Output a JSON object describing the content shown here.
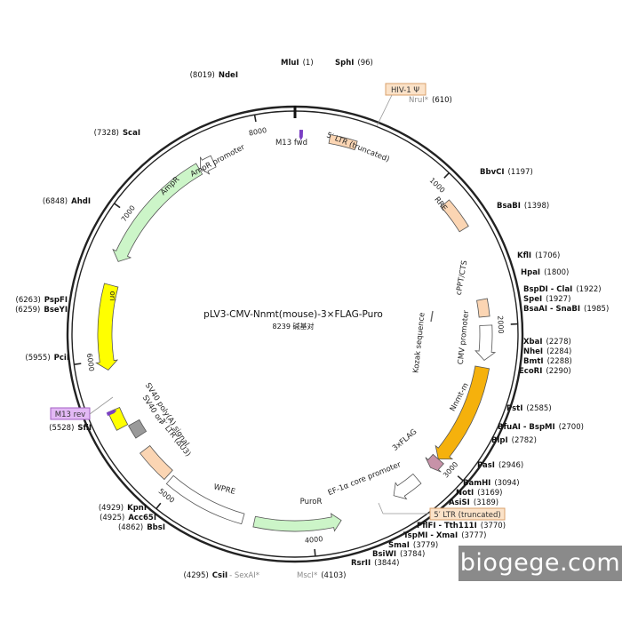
{
  "title": "pLV3-CMV-Nnmt(mouse)-3×FLAG-Puro",
  "subtitle": "8239 碱基对",
  "watermark": "biogege.com",
  "total_bp": 8239,
  "ticks": [
    1000,
    2000,
    3000,
    4000,
    5000,
    6000,
    7000,
    8000
  ],
  "colors": {
    "backbone": "#222222",
    "feature_outline": "#555555",
    "ltr": "#fbd5b3",
    "promoter_fill": "#ffffff",
    "ampr": "#ccf5c8",
    "ori": "#ffff00",
    "nnmt": "#f5b10c",
    "flag": "#c792a8",
    "primer": "#7b3fc4",
    "sv40ori": "#9a9a9a",
    "puro": "#ccf5c8",
    "wpre": "#ffffff",
    "tag_orange_fill": "#fbe2c8",
    "tag_orange_stroke": "#d9a06b",
    "tag_purple_fill": "#e3b9f5",
    "tag_purple_stroke": "#a35fc4"
  },
  "features": [
    {
      "id": "ltr5-trunc",
      "label": "5′ LTR (truncated)",
      "start": 230,
      "end": 410,
      "type": "box",
      "color": "ltr",
      "label_text": "5′ LTR (truncated)"
    },
    {
      "id": "hiv-psi",
      "label": "HIV-1 Ψ",
      "start": 470,
      "end": 640,
      "type": "box",
      "color": "ltr"
    },
    {
      "id": "rre",
      "label": "RRE",
      "start": 1120,
      "end": 1330,
      "type": "box",
      "color": "ltr",
      "label_text": "RRE"
    },
    {
      "id": "cppt",
      "label": "cPPT/CTS",
      "start": 1820,
      "end": 1940,
      "type": "box",
      "color": "ltr",
      "label_text": "cPPT/CTS"
    },
    {
      "id": "cmv",
      "label": "CMV promoter",
      "start": 2000,
      "end": 2240,
      "type": "arrow",
      "color": "promoter_fill",
      "label_text": "CMV promoter"
    },
    {
      "id": "nnmt",
      "label": "Nnmt-m",
      "start": 2290,
      "end": 3000,
      "type": "arrow",
      "color": "nnmt",
      "label_text": "Nnmt-m"
    },
    {
      "id": "flag",
      "label": "3xFLAG",
      "start": 3000,
      "end": 3080,
      "type": "arrow",
      "color": "flag",
      "label_text": "3xFLAG"
    },
    {
      "id": "ef1a",
      "label": "EF-1α core promoter",
      "start": 3200,
      "end": 3400,
      "type": "arrow",
      "color": "promoter_fill",
      "label_text": "EF-1α core promoter"
    },
    {
      "id": "ltr5-trunc-2",
      "label": "5′ LTR (truncated)",
      "start": 3420,
      "end": 3620,
      "type": "box",
      "color": "ltr"
    },
    {
      "id": "puror",
      "label": "PuroR",
      "start": 3800,
      "end": 4400,
      "type": "arrow_rev",
      "color": "puro",
      "label_text": "PuroR"
    },
    {
      "id": "wpre",
      "label": "WPRE",
      "start": 4480,
      "end": 5050,
      "type": "box",
      "color": "wpre",
      "label_text": "WPRE"
    },
    {
      "id": "ltr3",
      "label": "3′ LTR (ΔU3)",
      "start": 5080,
      "end": 5320,
      "type": "box",
      "color": "ltr",
      "label_text": "3′ LTR (ΔU3)"
    },
    {
      "id": "sv40ori",
      "label": "SV40 ori",
      "start": 5420,
      "end": 5520,
      "type": "box",
      "color": "sv40ori",
      "label_text": "SV40 ori"
    },
    {
      "id": "sv40pa",
      "label": "SV40 poly(A) signal",
      "start": 5530,
      "end": 5660,
      "type": "box",
      "color": "ori",
      "label_text": "SV40 poly(A) signal"
    },
    {
      "id": "ori",
      "label": "ori",
      "start": 5930,
      "end": 6520,
      "type": "arrow_rev",
      "color": "ori",
      "label_text": "ori"
    },
    {
      "id": "ampr",
      "label": "AmpR",
      "start": 6690,
      "end": 7550,
      "type": "arrow_rev",
      "color": "ampr",
      "label_text": "AmpR"
    },
    {
      "id": "ampr-prom",
      "label": "AmpR promoter",
      "start": 7560,
      "end": 7660,
      "type": "arrow_rev",
      "color": "promoter_fill",
      "label_text": "AmpR promoter"
    }
  ],
  "primers": [
    {
      "id": "m13fwd",
      "label": "M13 fwd",
      "pos": 40
    },
    {
      "id": "m13rev",
      "label": "M13 rev",
      "pos": 5650
    }
  ],
  "tags": [
    {
      "id": "tag-hiv",
      "text": "HIV-1 Ψ",
      "style": "orange"
    },
    {
      "id": "tag-ltr",
      "text": "5′ LTR (truncated)",
      "style": "orange"
    },
    {
      "id": "tag-m13rev",
      "text": "M13 rev",
      "style": "purple"
    }
  ],
  "sites": [
    {
      "id": "mlu",
      "name": "MluI",
      "pos": "(1)",
      "side": "right"
    },
    {
      "id": "sph",
      "name": "SphI",
      "pos": "(96)",
      "side": "right"
    },
    {
      "id": "nru",
      "name": "NruI*",
      "pos": "(610)",
      "side": "right",
      "gray": true
    },
    {
      "id": "bbvc",
      "name": "BbvCI",
      "pos": "(1197)",
      "side": "right"
    },
    {
      "id": "bsab",
      "name": "BsaBI",
      "pos": "(1398)",
      "side": "right"
    },
    {
      "id": "kfl",
      "name": "KflI",
      "pos": "(1706)",
      "side": "right"
    },
    {
      "id": "hpa",
      "name": "HpaI",
      "pos": "(1800)",
      "side": "right"
    },
    {
      "id": "bspdi",
      "name": "BspDI - ClaI",
      "pos": "(1922)",
      "side": "right"
    },
    {
      "id": "spe",
      "name": "SpeI",
      "pos": "(1927)",
      "side": "right"
    },
    {
      "id": "bsaai",
      "name": "BsaAI - SnaBI",
      "pos": "(1985)",
      "side": "right"
    },
    {
      "id": "xba",
      "name": "XbaI",
      "pos": "(2278)",
      "side": "right"
    },
    {
      "id": "nhe",
      "name": "NheI",
      "pos": "(2284)",
      "side": "right"
    },
    {
      "id": "bmt",
      "name": "BmtI",
      "pos": "(2288)",
      "side": "right"
    },
    {
      "id": "ecor",
      "name": "EcoRI",
      "pos": "(2290)",
      "side": "right"
    },
    {
      "id": "pst",
      "name": "PstI",
      "pos": "(2585)",
      "side": "right"
    },
    {
      "id": "bfuai",
      "name": "BfuAI - BspMI",
      "pos": "(2700)",
      "side": "right"
    },
    {
      "id": "blp",
      "name": "BlpI",
      "pos": "(2782)",
      "side": "right"
    },
    {
      "id": "pas",
      "name": "PasI",
      "pos": "(2946)",
      "side": "right"
    },
    {
      "id": "bamh",
      "name": "BamHI",
      "pos": "(3094)",
      "side": "right"
    },
    {
      "id": "not",
      "name": "NotI",
      "pos": "(3169)",
      "side": "right"
    },
    {
      "id": "asis",
      "name": "AsiSI",
      "pos": "(3189)",
      "side": "right"
    },
    {
      "id": "pflfi",
      "name": "PflFI - Tth111I",
      "pos": "(3770)",
      "side": "right"
    },
    {
      "id": "tspmi",
      "name": "TspMI - XmaI",
      "pos": "(3777)",
      "side": "right"
    },
    {
      "id": "sma",
      "name": "SmaI",
      "pos": "(3779)",
      "side": "right"
    },
    {
      "id": "bsiw",
      "name": "BsiWI",
      "pos": "(3784)",
      "side": "right"
    },
    {
      "id": "rsr",
      "name": "RsrII",
      "pos": "(3844)",
      "side": "right"
    },
    {
      "id": "msc",
      "name": "MscI*",
      "pos": "(4103)",
      "side": "right",
      "gray": true
    },
    {
      "id": "csi",
      "name": "CsiI",
      "pos": "(4295)",
      "side": "left",
      "extra": "SexAI*"
    },
    {
      "id": "bbs",
      "name": "BbsI",
      "pos": "(4862)",
      "side": "left"
    },
    {
      "id": "acc65",
      "name": "Acc65I",
      "pos": "(4925)",
      "side": "left"
    },
    {
      "id": "kpn",
      "name": "KpnI",
      "pos": "(4929)",
      "side": "left"
    },
    {
      "id": "sfi",
      "name": "SfiI",
      "pos": "(5528)",
      "side": "left"
    },
    {
      "id": "pci",
      "name": "PciI",
      "pos": "(5955)",
      "side": "left"
    },
    {
      "id": "bsey",
      "name": "BseYI",
      "pos": "(6259)",
      "side": "left"
    },
    {
      "id": "pspf",
      "name": "PspFI",
      "pos": "(6263)",
      "side": "left"
    },
    {
      "id": "ahd",
      "name": "AhdI",
      "pos": "(6848)",
      "side": "left"
    },
    {
      "id": "sca",
      "name": "ScaI",
      "pos": "(7328)",
      "side": "left"
    },
    {
      "id": "nde",
      "name": "NdeI",
      "pos": "(8019)",
      "side": "left"
    }
  ]
}
